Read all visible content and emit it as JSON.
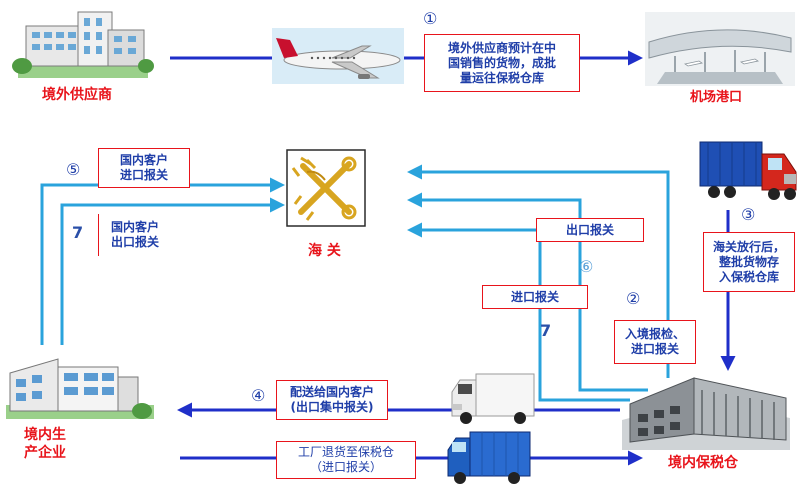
{
  "nodes": {
    "overseas_supplier": "境外供应商",
    "airport_port": "机场港口",
    "customs": "海 关",
    "domestic_enterprise": "境内生\n产企业",
    "bonded_warehouse": "境内保税仓"
  },
  "steps": {
    "s1": {
      "num": "①",
      "text": "境外供应商预计在中\n国销售的货物，成批\n量运往保税仓库"
    },
    "s2": {
      "num": "②",
      "text": "入境报检、\n进口报关"
    },
    "s3": {
      "num": "③",
      "text": "海关放行后，\n整批货物存\n入保税仓库"
    },
    "s4": {
      "num": "④",
      "text": "配送给国内客户\n(出口集中报关)"
    },
    "s5": {
      "num": "⑤",
      "text": "国内客户\n进口报关"
    },
    "s6": {
      "num": "⑥",
      "text": "出口报关"
    },
    "s7": {
      "num": "7",
      "text": "国内客户\n出口报关"
    },
    "s7b": {
      "num": "7",
      "text": "进口报关"
    },
    "return": {
      "text": "工厂退货至保税仓\n（进口报关）"
    }
  },
  "colors": {
    "dark_arrow": "#1f2fc9",
    "light_arrow": "#2aa3dc",
    "label_red": "#e8141b",
    "box_text": "#1f3ea8"
  },
  "icons": [
    "building-icon",
    "airplane-icon",
    "airport-icon",
    "truck-icon",
    "customs-emblem-icon",
    "factory-icon",
    "van-icon",
    "warehouse-icon"
  ]
}
